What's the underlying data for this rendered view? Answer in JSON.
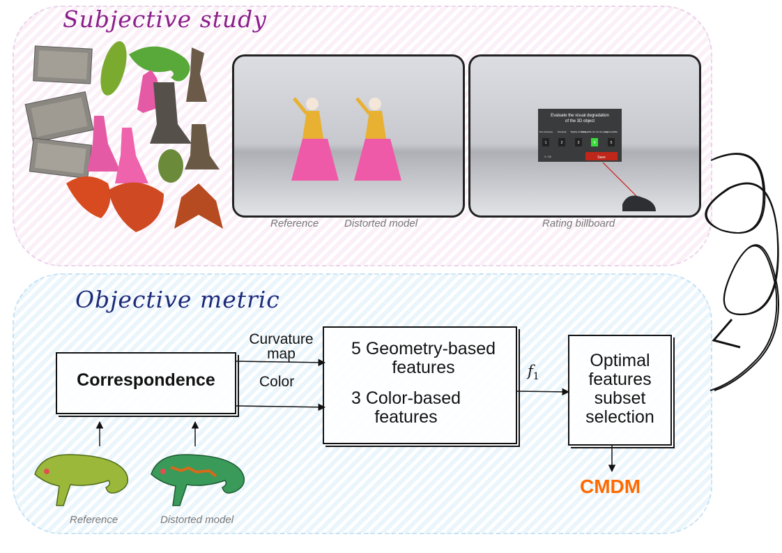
{
  "subjective_study": {
    "title": "Subjective study",
    "captions": {
      "reference": "Reference",
      "distorted": "Distorted model",
      "rating": "Rating billboard"
    },
    "billboard": {
      "title_line1": "Evaluate the visual degradation",
      "title_line2": "of the 3D object",
      "scale": [
        "Very annoying",
        "Annoying",
        "Slightly annoying",
        "Perceptible but not annoying",
        "Imperceptible"
      ],
      "buttons": [
        "1",
        "2",
        "3",
        "4",
        "5"
      ],
      "selected": "4",
      "counter": "3 / 80",
      "save_label": "Save"
    }
  },
  "objective_metric": {
    "title": "Objective metric",
    "correspondence": "Correspondence",
    "edge_curvature": "Curvature map",
    "edge_color": "Color",
    "geometry_features": "5 Geometry-based features",
    "color_features": "3 Color-based features",
    "f1_label": "f",
    "f1_subscript": "1",
    "selection": "Optimal features subset selection",
    "output": "CMDM",
    "captions": {
      "reference": "Reference",
      "distorted": "Distorted model"
    }
  },
  "colors": {
    "subjective_title": "#8a1f8a",
    "objective_title": "#1c2a7a",
    "output": "#ff6a00",
    "billboard_selected": "#3adb3a",
    "billboard_save": "#c0271b"
  }
}
